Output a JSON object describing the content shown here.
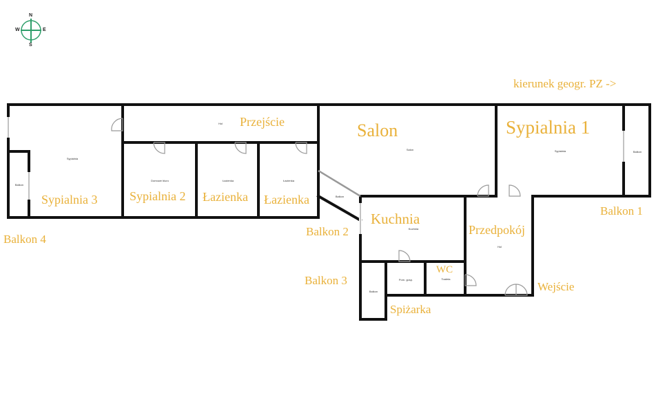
{
  "compass": {
    "n": "N",
    "s": "S",
    "e": "E",
    "w": "W",
    "color": "#2e9e6a"
  },
  "direction_note": "kierunek geogr. PZ ->",
  "label_color": "#e9b13a",
  "rooms": {
    "sypialnia3": "Sypialnia 3",
    "przejscie": "Przejście",
    "sypialnia2": "Sypialnia 2",
    "lazienka1": "Łazienka",
    "lazienka2": "Łazienka",
    "salon": "Salon",
    "sypialnia1": "Sypialnia 1",
    "kuchnia": "Kuchnia",
    "przedpokoj": "Przedpokój",
    "wc": "WC",
    "spizarka": "Spiżarka",
    "balkon1": "Balkon 1",
    "balkon2": "Balkon 2",
    "balkon3": "Balkon 3",
    "balkon4": "Balkon 4",
    "wejscie": "Wejście"
  },
  "small_labels": {
    "hol": "Hol",
    "sypialnia3": "Sypialnia",
    "balkon4": "Balkon",
    "domowe_biuro": "Domowe biuro",
    "lazienka1": "Łazienka",
    "lazienka2": "Łazienka",
    "salon": "Salon",
    "balkon2": "Balkon",
    "sypialnia1": "Sypialnia",
    "balkon1": "Balkon",
    "kuchnia": "Kuchnia",
    "hol2": "Hol",
    "pom_gosp": "Pom. gosp.",
    "toaleta": "Toaleta",
    "balkon3": "Balkon"
  }
}
